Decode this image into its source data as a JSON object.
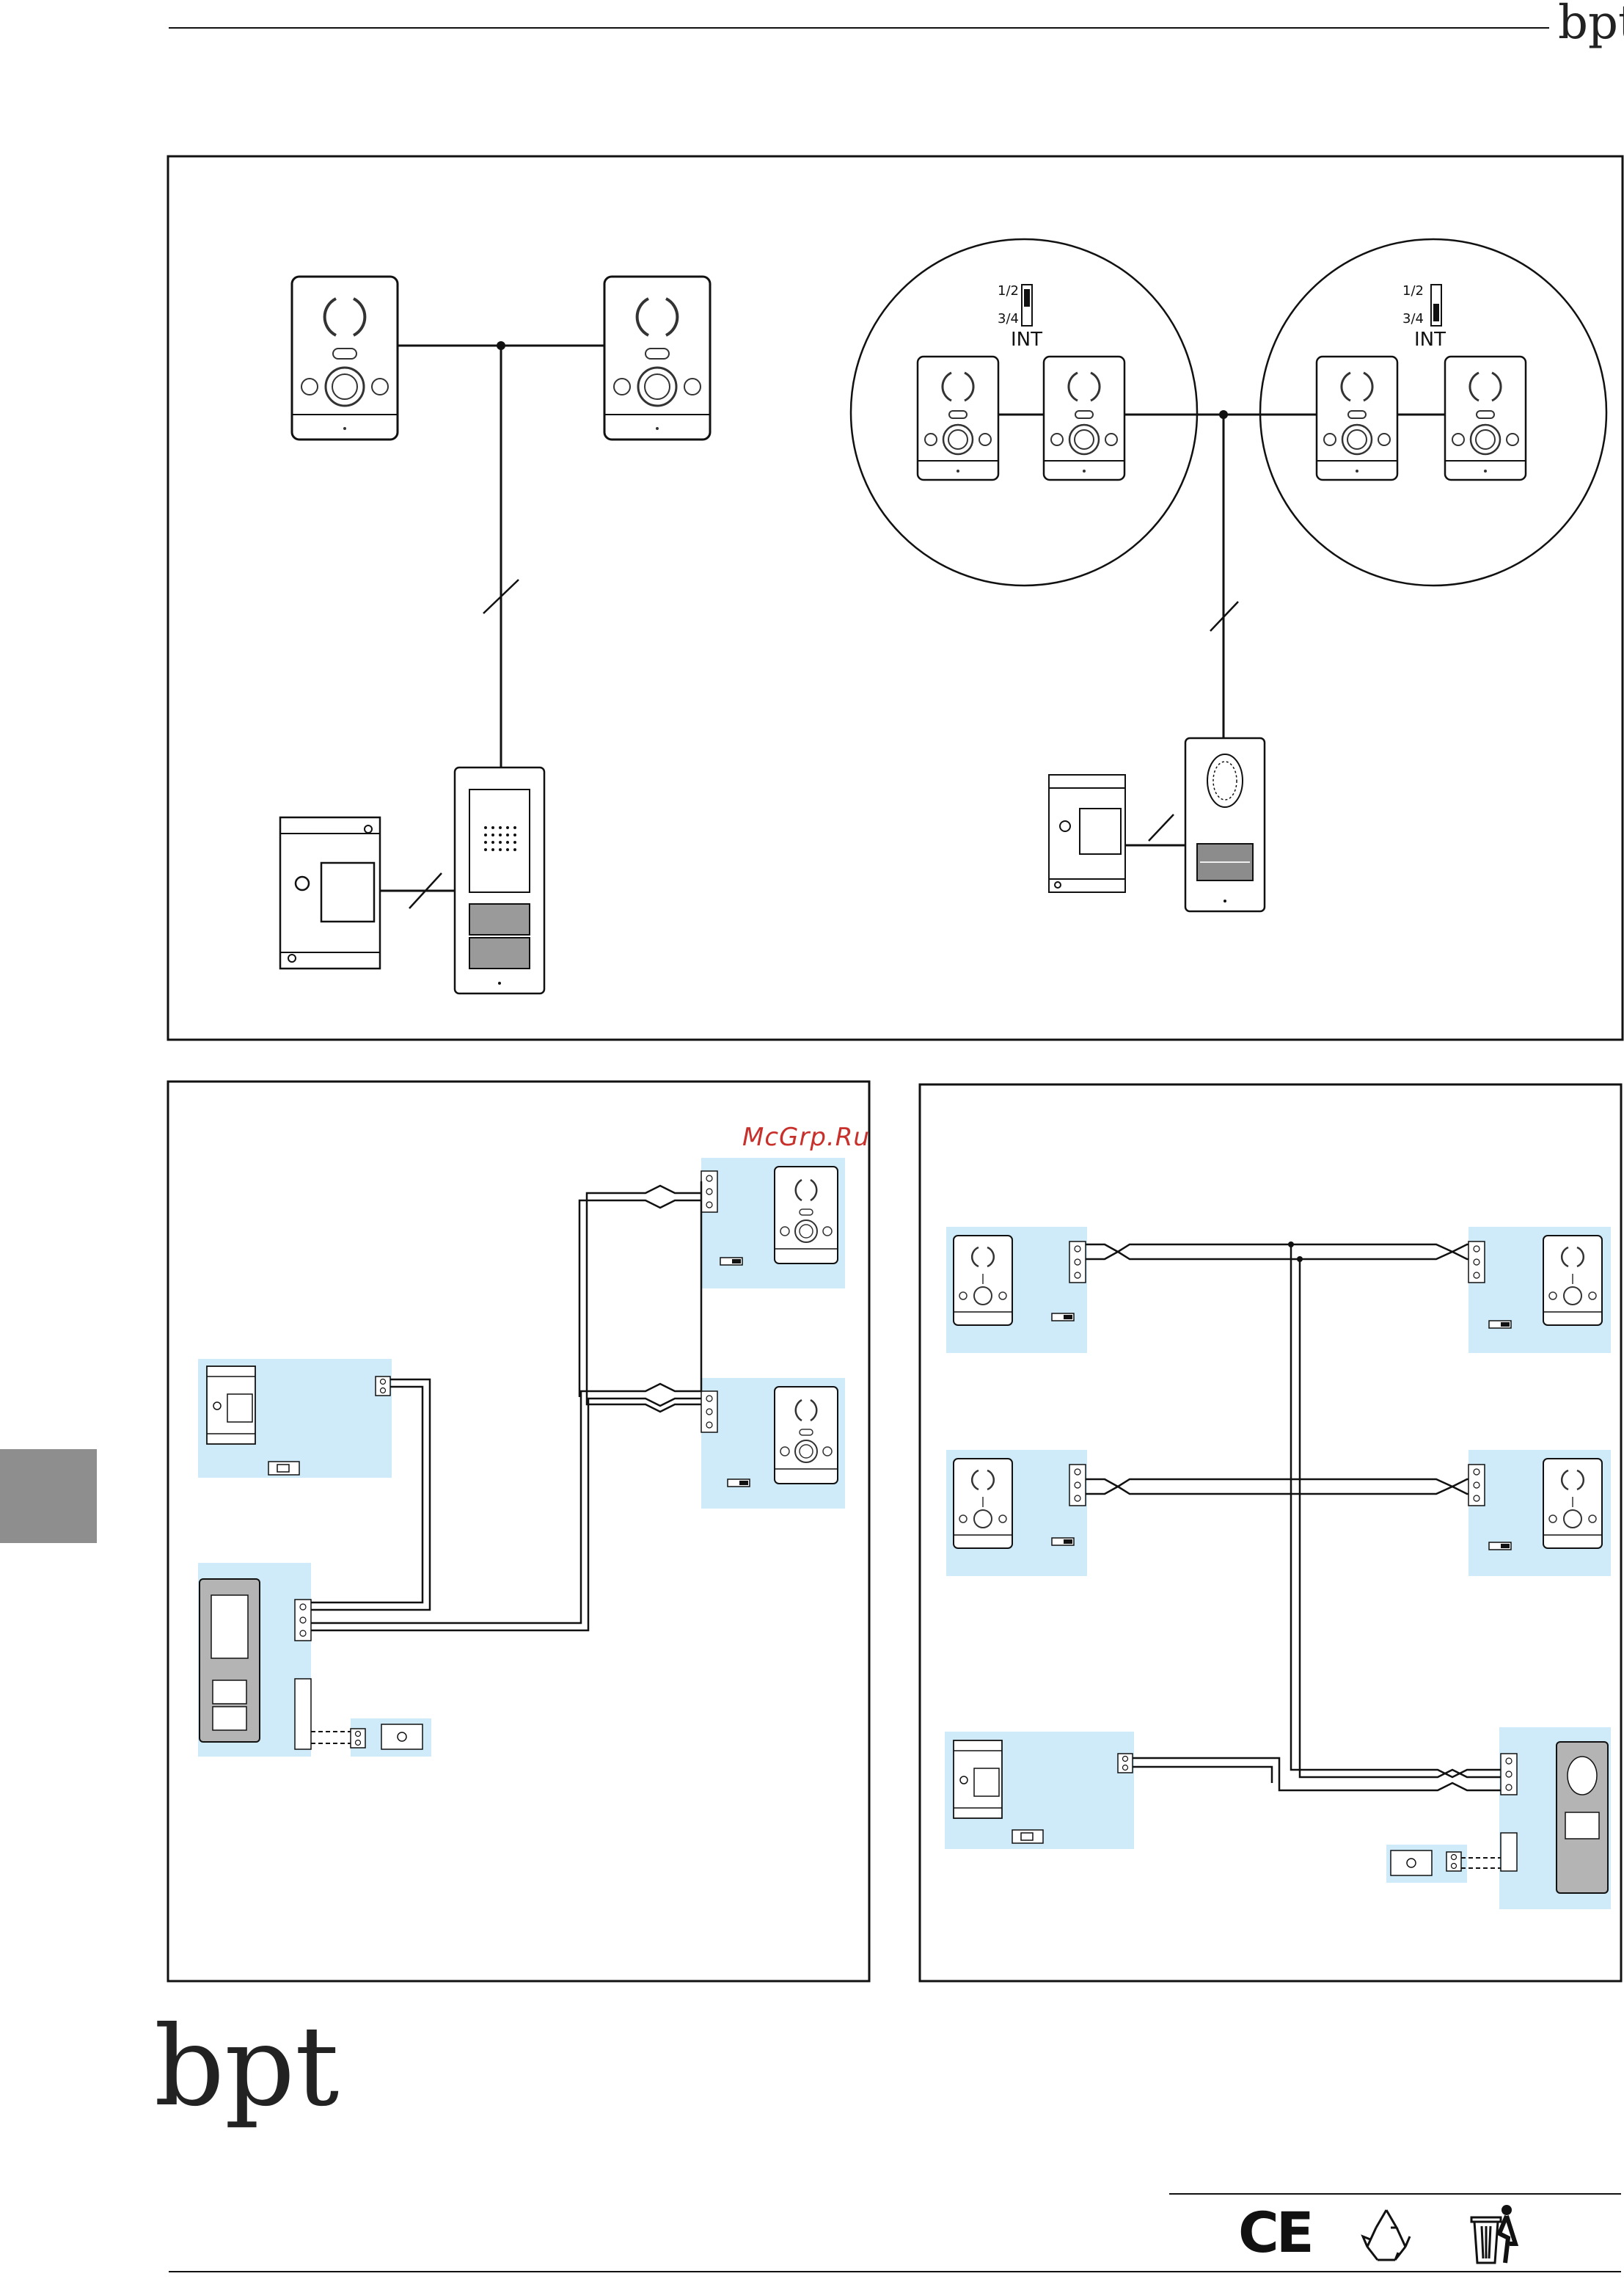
{
  "header": {
    "brand": "bpt"
  },
  "top_panel": {
    "jumper_left": {
      "top_label": "1/2",
      "bottom_label": "3/4",
      "int_label": "INT"
    },
    "jumper_right": {
      "top_label": "1/2",
      "bottom_label": "3/4",
      "int_label": "INT"
    }
  },
  "watermark": {
    "text": "McGrp.Ru"
  },
  "footer": {
    "brand": "bpt",
    "ce_mark": "CE",
    "icons": [
      "recycle-icon",
      "waste-bin-icon"
    ]
  },
  "colors": {
    "zone_fill": "#cfeaf8",
    "line": "#111111",
    "tab": "#8e8e8e",
    "watermark": "#c8302c"
  }
}
